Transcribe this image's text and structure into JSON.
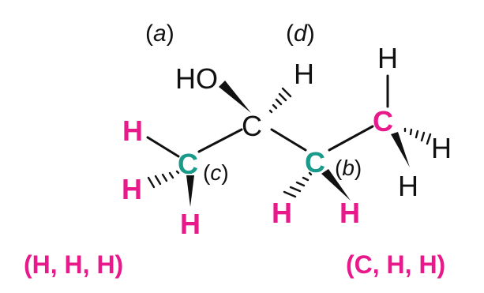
{
  "colors": {
    "hydrogen_highlight": "#e8198b",
    "carbon_highlight": "#1a9a8a",
    "text": "#111111",
    "bond": "#111111",
    "background": "#ffffff"
  },
  "labels": {
    "a": "(a)",
    "d": "(d)",
    "b": "(b)",
    "c": "(c)"
  },
  "atoms": {
    "ho": "HO",
    "h_top_center": "H",
    "h_top_right": "H",
    "c_center": "C",
    "c_left": "C",
    "c_middle": "C",
    "c_right": "C",
    "h_left_upper": "H",
    "h_left_lower": "H",
    "h_left_bottom": "H",
    "h_mid_left_bottom": "H",
    "h_mid_right_bottom": "H",
    "h_right_side": "H",
    "h_right_bottom": "H"
  },
  "captions": {
    "left": {
      "open": "(",
      "close": ")",
      "sep": ", ",
      "items": [
        "H",
        "H",
        "H"
      ]
    },
    "right": {
      "open": "(",
      "close": ")",
      "sep": ", ",
      "items": [
        "C",
        "H",
        "H"
      ]
    }
  }
}
